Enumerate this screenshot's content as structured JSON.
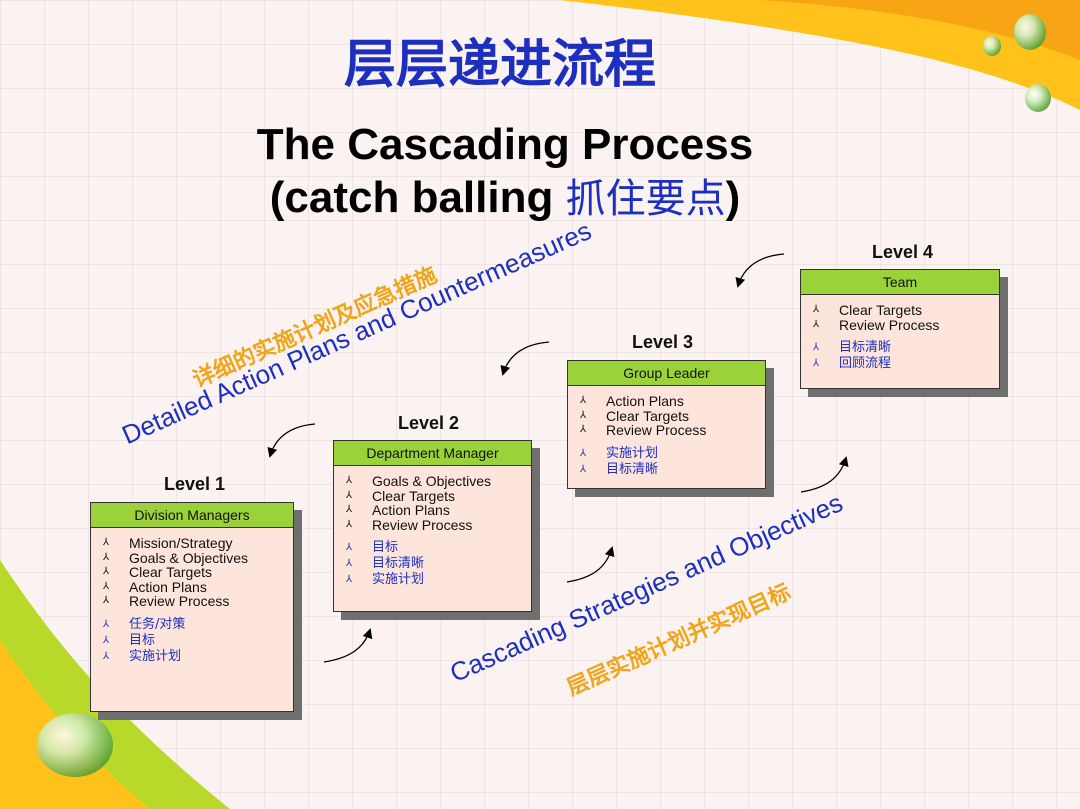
{
  "title": {
    "cn": "层层递进流程",
    "en_line1": "The Cascading Process",
    "en_line2_prefix": "(catch balling ",
    "en_line2_cn": "抓住要点",
    "en_line2_suffix": ")"
  },
  "diagonal_text": {
    "top_cn": "详细的实施计划及应急措施",
    "top_en": "Detailed Action Plans and Countermeasures",
    "bottom_en": "Cascading Strategies and Objectives",
    "bottom_cn": "层层实施计划并实现目标"
  },
  "bullet_glyph": "⅄",
  "levels": [
    {
      "label": "Level 1",
      "header": "Division Managers",
      "items_en": [
        "Mission/Strategy",
        "Goals & Objectives",
        "Clear Targets",
        "Action Plans",
        "Review Process"
      ],
      "items_cn": [
        "任务/对策",
        "目标",
        "实施计划"
      ]
    },
    {
      "label": "Level 2",
      "header": "Department Manager",
      "items_en": [
        "Goals & Objectives",
        "Clear Targets",
        "Action Plans",
        "Review Process"
      ],
      "items_cn": [
        "目标",
        "目标清晰",
        "实施计划"
      ]
    },
    {
      "label": "Level 3",
      "header": "Group Leader",
      "items_en": [
        "Action Plans",
        "Clear Targets",
        "Review Process"
      ],
      "items_cn": [
        "实施计划",
        "目标清晰"
      ]
    },
    {
      "label": "Level 4",
      "header": "Team",
      "items_en": [
        "Clear Targets",
        "Review Process"
      ],
      "items_cn": [
        "目标清晰",
        "回顾流程"
      ]
    }
  ],
  "colors": {
    "header_green": "#9bd23a",
    "box_fill": "#fde5dc",
    "title_blue": "#1c2fbf",
    "accent_orange": "#f0a41a"
  }
}
